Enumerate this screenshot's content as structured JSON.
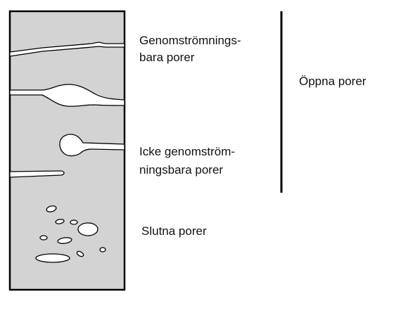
{
  "labels": {
    "through_pores_line1": "Genomströmnings-",
    "through_pores_line2": "bara porer",
    "blind_pores_line1": "Icke genomström-",
    "blind_pores_line2": "ningsbara porer",
    "closed_pores": "Slutna porer",
    "open_pores": "Öppna porer"
  },
  "colors": {
    "material": "#d3d3d3",
    "pore": "#ffffff",
    "outline": "#000000"
  }
}
